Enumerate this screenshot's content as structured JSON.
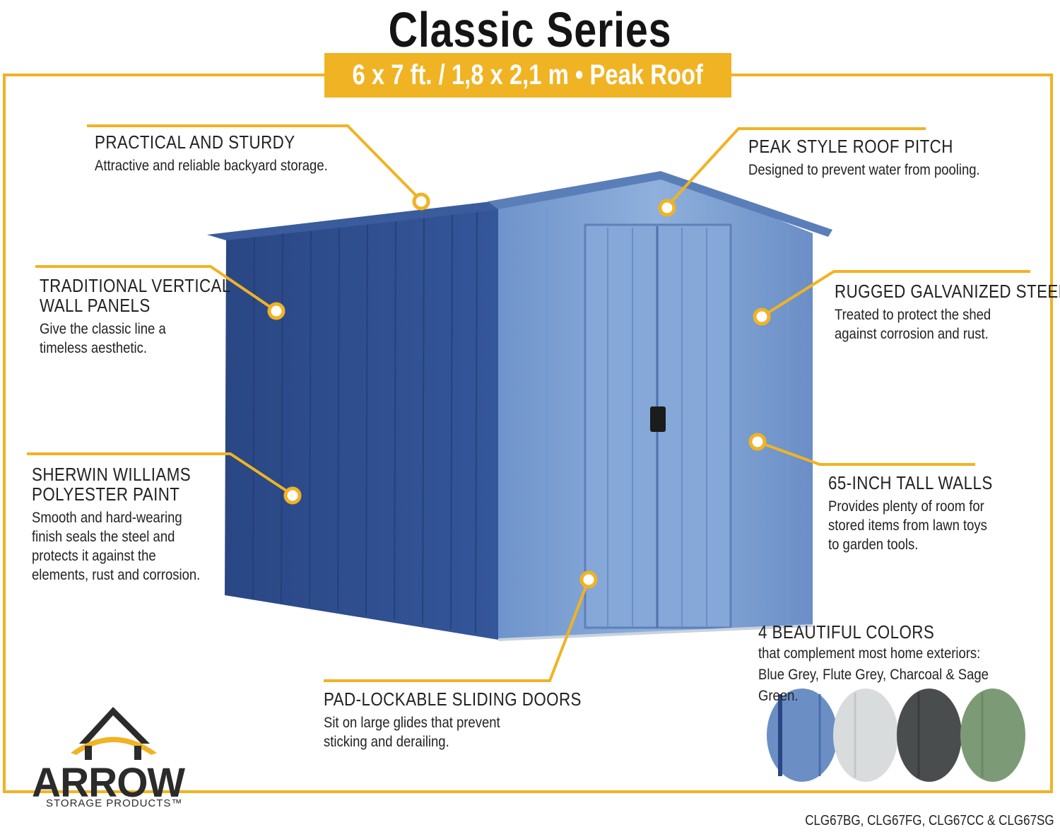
{
  "title": "Classic Series",
  "banner": "6 x 7 ft. / 1,8 x 2,1 m  •  Peak Roof",
  "callouts": {
    "practical": {
      "heading": "PRACTICAL AND STURDY",
      "text": "Attractive and reliable backyard storage."
    },
    "panels": {
      "heading": "TRADITIONAL VERTICAL\nWALL PANELS",
      "text": "Give the classic line a\ntimeless aesthetic."
    },
    "paint": {
      "heading": "SHERWIN WILLIAMS\nPOLYESTER PAINT",
      "text": "Smooth and hard-wearing\nfinish seals the steel and\nprotects it against the\nelements, rust and corrosion."
    },
    "roof": {
      "heading": "PEAK STYLE ROOF PITCH",
      "text": "Designed to prevent water from pooling."
    },
    "steel": {
      "heading": "RUGGED GALVANIZED STEEL",
      "text": "Treated to protect the shed\nagainst corrosion and rust."
    },
    "walls": {
      "heading": "65-INCH TALL WALLS",
      "text": "Provides plenty of room for\nstored items from lawn toys\nto garden tools."
    },
    "doors": {
      "heading": "PAD-LOCKABLE SLIDING DOORS",
      "text": "Sit on large glides that prevent\nsticking and derailing."
    },
    "colors": {
      "heading": "4 BEAUTIFUL COLORS",
      "text": "that complement most home exteriors:\nBlue Grey, Flute Grey, Charcoal & Sage Green."
    }
  },
  "swatches": [
    {
      "name": "Blue Grey",
      "color": "#6B8FC4"
    },
    {
      "name": "Flute Grey",
      "color": "#D9DCDD"
    },
    {
      "name": "Charcoal",
      "color": "#4A4D4E"
    },
    {
      "name": "Sage Green",
      "color": "#7C9A76"
    }
  ],
  "logo": {
    "brand": "ARROW",
    "sub": "STORAGE PRODUCTS™"
  },
  "models": "CLG67BG, CLG67FG, CLG67CC & CLG67SG",
  "colors": {
    "accent": "#F0B323",
    "shed_side": "#2E4E8E",
    "shed_front": "#6E94CC"
  }
}
